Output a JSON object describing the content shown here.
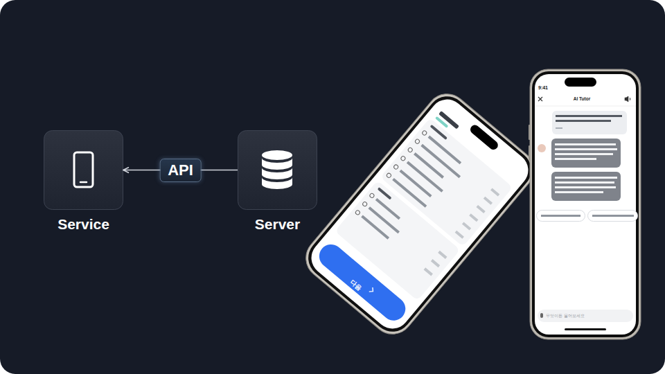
{
  "diagram": {
    "nodes": [
      {
        "text": [
          "Service"
        ]
      },
      {
        "text": [
          "Server"
        ]
      }
    ],
    "edges": [
      {
        "from": 1,
        "to": 0,
        "arrow": "to",
        "label": "API"
      }
    ],
    "labels": [
      "9:41",
      "AI Tutor",
      "다음",
      "무엇이든 물어보세요"
    ]
  }
}
